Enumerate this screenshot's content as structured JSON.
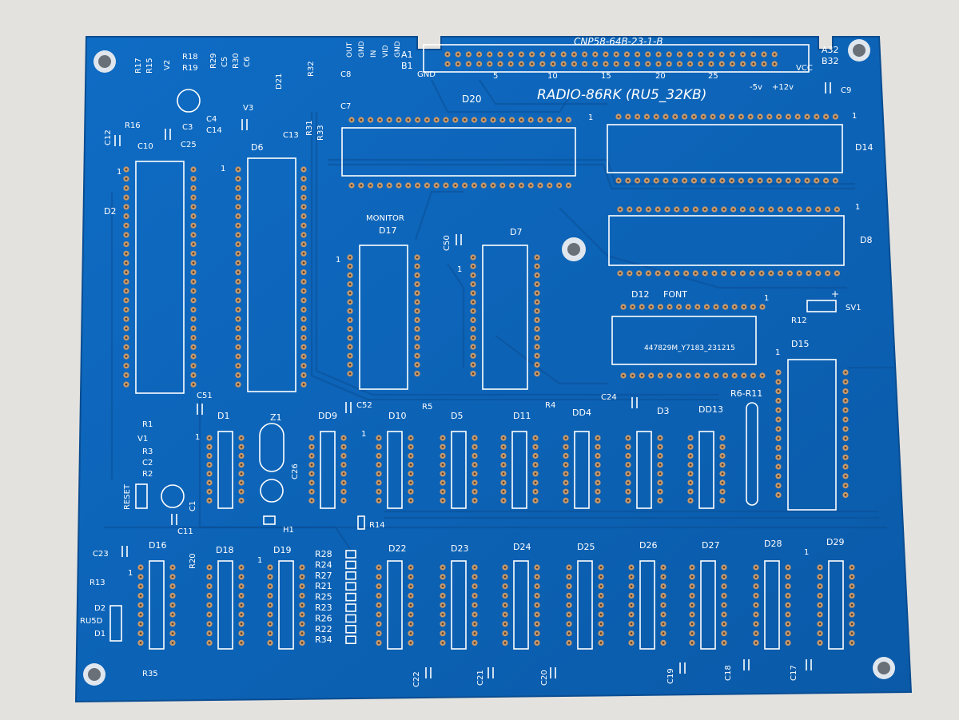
{
  "board": {
    "title": "RADIO-86RK (RU5_32KB)",
    "connector_name": "CNP58-64B-23-1-B",
    "connector_pins": [
      "5",
      "10",
      "15",
      "20",
      "25"
    ],
    "connector_labels": {
      "a32": "A32",
      "b32": "B32",
      "a1": "A1",
      "b1": "B1",
      "gnd": "GND",
      "vcc": "VCC",
      "neg5": "-5v",
      "pos12": "+12v"
    },
    "io_labels": [
      "OUT",
      "GND",
      "IN",
      "VID",
      "GND"
    ],
    "chip_marking": "447829M_Y7183_231215"
  },
  "ic_labels": [
    {
      "key": "D20",
      "text": "D20"
    },
    {
      "key": "D14",
      "text": "D14"
    },
    {
      "key": "D2",
      "text": "D2"
    },
    {
      "key": "D6",
      "text": "D6"
    },
    {
      "key": "MONITOR",
      "text": "MONITOR"
    },
    {
      "key": "D17",
      "text": "D17"
    },
    {
      "key": "D7",
      "text": "D7"
    },
    {
      "key": "D8",
      "text": "D8"
    },
    {
      "key": "D12",
      "text": "D12"
    },
    {
      "key": "FONT",
      "text": "FONT"
    },
    {
      "key": "D15",
      "text": "D15"
    },
    {
      "key": "D1",
      "text": "D1"
    },
    {
      "key": "DD9",
      "text": "DD9"
    },
    {
      "key": "D10",
      "text": "D10"
    },
    {
      "key": "D5",
      "text": "D5"
    },
    {
      "key": "D11",
      "text": "D11"
    },
    {
      "key": "DD4",
      "text": "DD4"
    },
    {
      "key": "D3",
      "text": "D3"
    },
    {
      "key": "DD13",
      "text": "DD13"
    },
    {
      "key": "D16",
      "text": "D16"
    },
    {
      "key": "D18",
      "text": "D18"
    },
    {
      "key": "D19",
      "text": "D19"
    },
    {
      "key": "D22",
      "text": "D22"
    },
    {
      "key": "D23",
      "text": "D23"
    },
    {
      "key": "D24",
      "text": "D24"
    },
    {
      "key": "D25",
      "text": "D25"
    },
    {
      "key": "D26",
      "text": "D26"
    },
    {
      "key": "D27",
      "text": "D27"
    },
    {
      "key": "D28",
      "text": "D28"
    },
    {
      "key": "D29",
      "text": "D29"
    },
    {
      "key": "D21",
      "text": "D21"
    }
  ],
  "passive_labels": [
    {
      "key": "R17",
      "text": "R17"
    },
    {
      "key": "R15",
      "text": "R15"
    },
    {
      "key": "V2",
      "text": "V2"
    },
    {
      "key": "R18",
      "text": "R18"
    },
    {
      "key": "R19",
      "text": "R19"
    },
    {
      "key": "R29",
      "text": "R29"
    },
    {
      "key": "C5",
      "text": "C5"
    },
    {
      "key": "R30",
      "text": "R30"
    },
    {
      "key": "C6",
      "text": "C6"
    },
    {
      "key": "R32",
      "text": "R32"
    },
    {
      "key": "C8",
      "text": "C8"
    },
    {
      "key": "R16",
      "text": "R16"
    },
    {
      "key": "C3",
      "text": "C3"
    },
    {
      "key": "C4",
      "text": "C4"
    },
    {
      "key": "C14",
      "text": "C14"
    },
    {
      "key": "V3",
      "text": "V3"
    },
    {
      "key": "R31",
      "text": "R31"
    },
    {
      "key": "R33",
      "text": "R33"
    },
    {
      "key": "C7",
      "text": "C7"
    },
    {
      "key": "C13",
      "text": "C13"
    },
    {
      "key": "C12",
      "text": "C12"
    },
    {
      "key": "C10",
      "text": "C10"
    },
    {
      "key": "C25",
      "text": "C25"
    },
    {
      "key": "C9",
      "text": "C9"
    },
    {
      "key": "C50",
      "text": "C50"
    },
    {
      "key": "R12",
      "text": "R12"
    },
    {
      "key": "SV1",
      "text": "SV1"
    },
    {
      "key": "C51",
      "text": "C51"
    },
    {
      "key": "Z1",
      "text": "Z1"
    },
    {
      "key": "C52",
      "text": "C52"
    },
    {
      "key": "R5",
      "text": "R5"
    },
    {
      "key": "R4",
      "text": "R4"
    },
    {
      "key": "C24",
      "text": "C24"
    },
    {
      "key": "R6R11",
      "text": "R6-R11"
    },
    {
      "key": "R1",
      "text": "R1"
    },
    {
      "key": "V1",
      "text": "V1"
    },
    {
      "key": "R3",
      "text": "R3"
    },
    {
      "key": "C2",
      "text": "C2"
    },
    {
      "key": "R2",
      "text": "R2"
    },
    {
      "key": "RESET",
      "text": "RESET"
    },
    {
      "key": "C1",
      "text": "C1"
    },
    {
      "key": "C11",
      "text": "C11"
    },
    {
      "key": "C26",
      "text": "C26"
    },
    {
      "key": "H1",
      "text": "H1"
    },
    {
      "key": "R14",
      "text": "R14"
    },
    {
      "key": "C23",
      "text": "C23"
    },
    {
      "key": "R20",
      "text": "R20"
    },
    {
      "key": "R13",
      "text": "R13"
    },
    {
      "key": "D2b",
      "text": "D2"
    },
    {
      "key": "RU5D",
      "text": "RU5D"
    },
    {
      "key": "D1b",
      "text": "D1"
    },
    {
      "key": "R35",
      "text": "R35"
    },
    {
      "key": "C22",
      "text": "C22"
    },
    {
      "key": "C21",
      "text": "C21"
    },
    {
      "key": "C20",
      "text": "C20"
    },
    {
      "key": "C19",
      "text": "C19"
    },
    {
      "key": "C18",
      "text": "C18"
    },
    {
      "key": "C17",
      "text": "C17"
    }
  ],
  "resistor_bank": [
    "R28",
    "R24",
    "R27",
    "R21",
    "R25",
    "R23",
    "R26",
    "R22",
    "R34"
  ],
  "pin_one_marker": "1",
  "sv1_plus": "+",
  "colors": {
    "pcb_blue": "#0c64b8",
    "silkscreen": "#ffffff",
    "pad_copper": "#c79a6e",
    "background": "#e4e2de"
  }
}
